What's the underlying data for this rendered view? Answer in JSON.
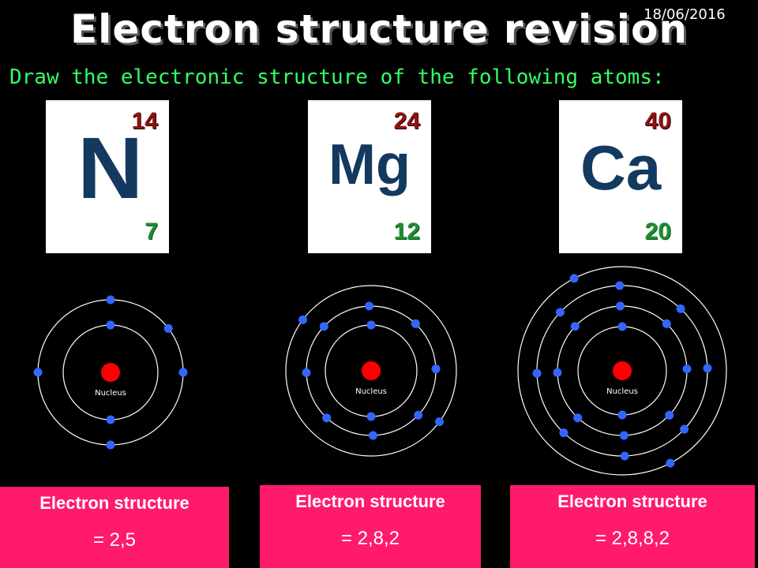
{
  "date": "18/06/2016",
  "title": "Electron structure revision",
  "instruction": "Draw the electronic structure of the following atoms:",
  "nucleus_label": "Nucleus",
  "atoms": [
    {
      "symbol": "N",
      "mass_number": "14",
      "atomic_number": "7",
      "structure_heading": "Electron structure",
      "structure_value": "= 2,5",
      "shells": [
        2,
        5
      ]
    },
    {
      "symbol": "Mg",
      "mass_number": "24",
      "atomic_number": "12",
      "structure_heading": "Electron structure",
      "structure_value": "= 2,8,2",
      "shells": [
        2,
        8,
        2
      ]
    },
    {
      "symbol": "Ca",
      "mass_number": "40",
      "atomic_number": "20",
      "structure_heading": "Electron structure",
      "structure_value": "= 2,8,8,2",
      "shells": [
        2,
        8,
        8,
        2
      ]
    }
  ],
  "colors": {
    "background": "#000000",
    "nucleus": "#ff0000",
    "electron": "#3366ff",
    "shell": "#ffffff",
    "mass_number": "#8b1414",
    "atomic_number": "#1f8f2a",
    "symbol": "#13395f",
    "answer_box": "#ff1a6c",
    "instruction": "#33ff66"
  }
}
